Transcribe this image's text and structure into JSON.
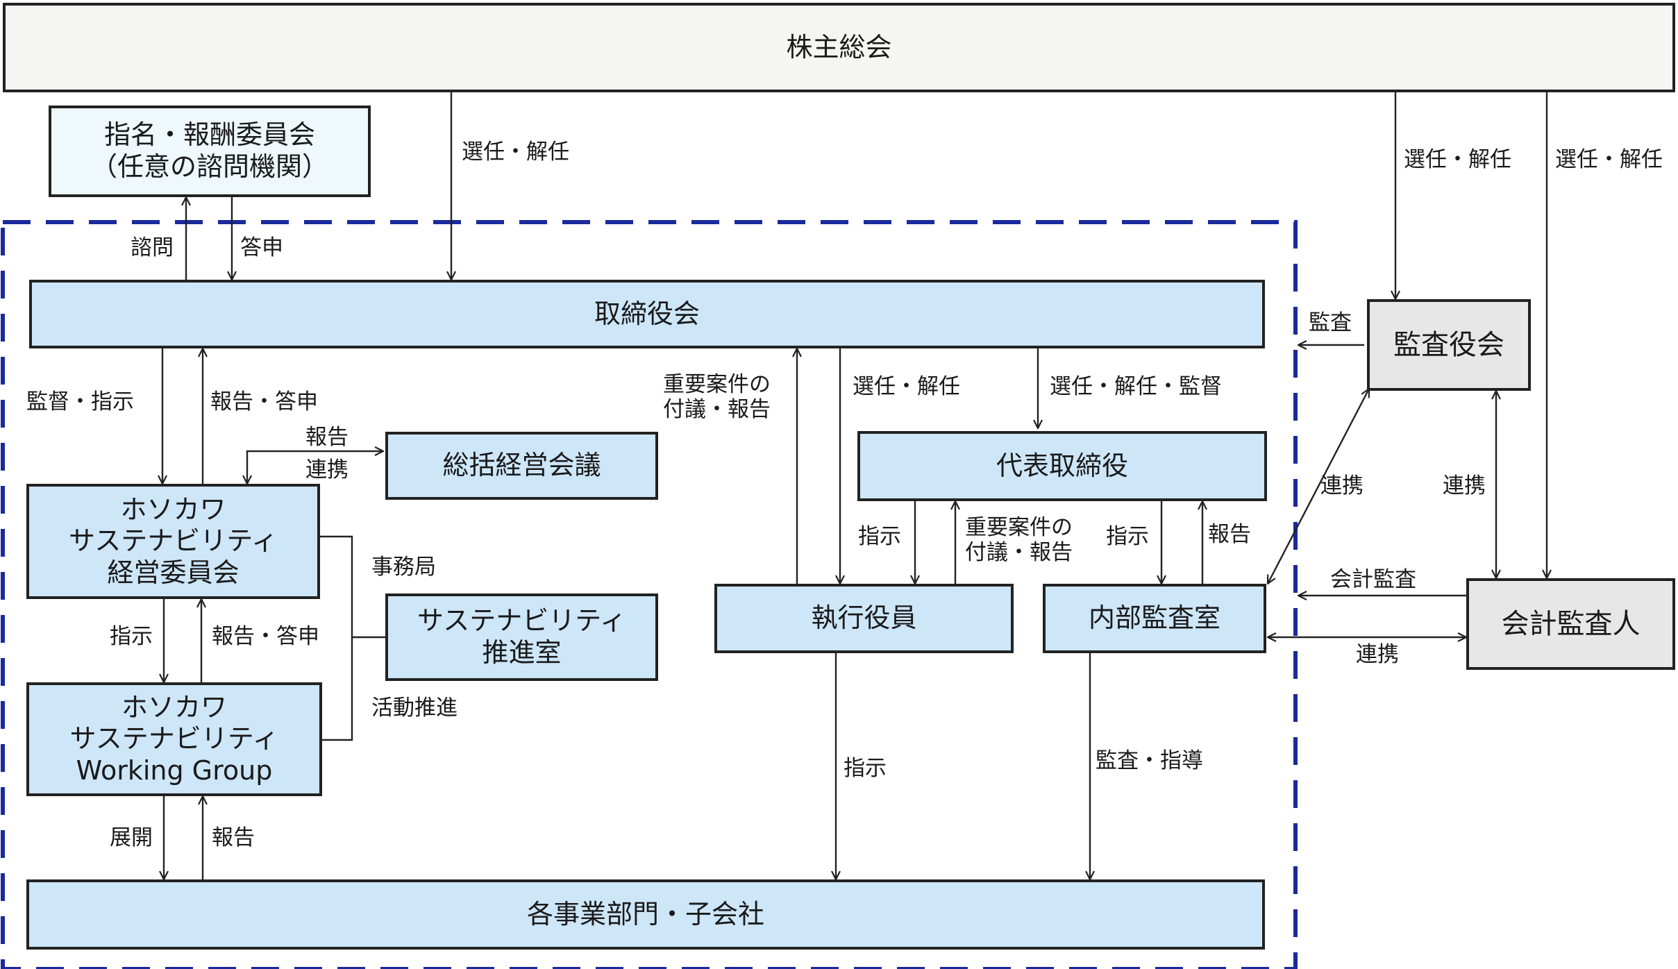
{
  "nodes": {
    "shareholders": "株主総会",
    "nomination_line1": "指名・報酬委員会",
    "nomination_line2": "（任意の諮問機関）",
    "board": "取締役会",
    "audit_board": "監査役会",
    "summary_meeting": "総括経営会議",
    "ceo": "代表取締役",
    "sustain_committee_line1": "ホソカワ",
    "sustain_committee_line2": "サステナビリティ",
    "sustain_committee_line3": "経営委員会",
    "sustain_office_line1": "サステナビリティ",
    "sustain_office_line2": "推進室",
    "working_group_line1": "ホソカワ",
    "working_group_line2": "サステナビリティ",
    "working_group_line3": "Working Group",
    "executives": "執行役員",
    "internal_audit": "内部監査室",
    "accounting_auditor": "会計監査人",
    "divisions": "各事業部門・子会社"
  },
  "labels": {
    "elect_dismiss": "選任・解任",
    "consult": "諮問",
    "report_back": "答申",
    "audit": "監査",
    "supervise_instruct": "監督・指示",
    "report_answer": "報告・答申",
    "report": "報告",
    "coordinate": "連携",
    "important_line1": "重要案件の",
    "important_line2": "付議・報告",
    "elect_dismiss_supervise": "選任・解任・監督",
    "secretariat": "事務局",
    "activity_promotion": "活動推進",
    "instruct": "指示",
    "accounting_audit": "会計監査",
    "deploy": "展開",
    "audit_guidance": "監査・指導"
  },
  "colors": {
    "box_blue": "#cde6f8",
    "box_light": "#eef8fd",
    "box_gray": "#e6e7e6",
    "box_white": "#f5f5f4",
    "dashed_border": "#1a2a9c",
    "line": "#222222"
  }
}
